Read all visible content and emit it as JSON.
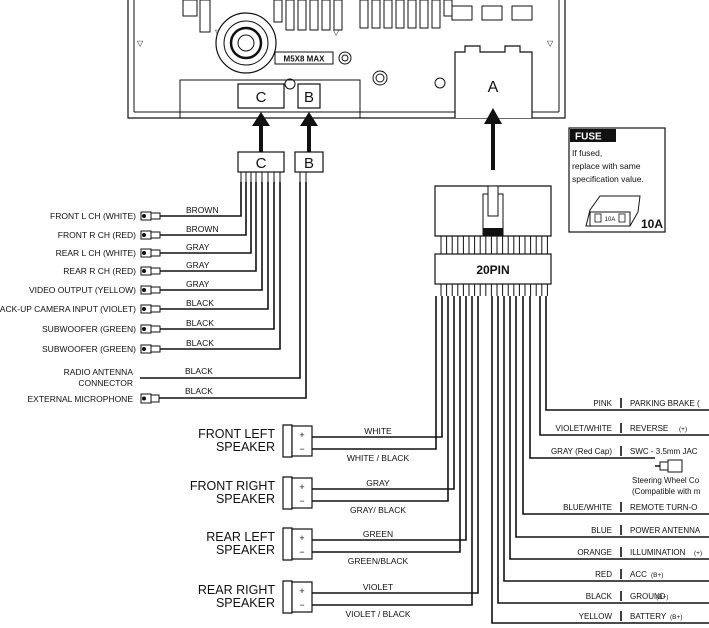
{
  "head_unit": {
    "badge": "M5X8 MAX",
    "conn_a": "A",
    "conn_b": "B",
    "conn_c": "C"
  },
  "plugs": {
    "c": "C",
    "b": "B",
    "pin20": "20PIN"
  },
  "fuse": {
    "title": "FUSE",
    "lines": [
      "If fused,",
      "replace with same",
      "specification value."
    ],
    "small": "10A",
    "big": "10A"
  },
  "rca_inputs": [
    {
      "label": "FRONT L CH (WHITE)",
      "wire": "BROWN"
    },
    {
      "label": "FRONT R CH (RED)",
      "wire": "BROWN"
    },
    {
      "label": "REAR L CH (WHITE)",
      "wire": "GRAY"
    },
    {
      "label": "REAR R CH (RED)",
      "wire": "GRAY"
    },
    {
      "label": "VIDEO OUTPUT (YELLOW)",
      "wire": "GRAY"
    },
    {
      "label": "BACK-UP CAMERA INPUT (VIOLET)",
      "wire": "BLACK"
    },
    {
      "label": "SUBWOOFER (GREEN)",
      "wire": "BLACK"
    },
    {
      "label": "SUBWOOFER (GREEN)",
      "wire": "BLACK"
    }
  ],
  "antenna": {
    "label1": "RADIO ANTENNA",
    "label2": "CONNECTOR",
    "wire": "BLACK"
  },
  "microphone": {
    "label": "EXTERNAL MICROPHONE",
    "wire": "BLACK"
  },
  "speakers": [
    {
      "name1": "FRONT LEFT",
      "name2": "SPEAKER",
      "pos_wire": "WHITE",
      "neg_wire": "WHITE / BLACK"
    },
    {
      "name1": "FRONT RIGHT",
      "name2": "SPEAKER",
      "pos_wire": "GRAY",
      "neg_wire": "GRAY/ BLACK"
    },
    {
      "name1": "REAR LEFT",
      "name2": "SPEAKER",
      "pos_wire": "GREEN",
      "neg_wire": "GREEN/BLACK"
    },
    {
      "name1": "REAR RIGHT",
      "name2": "SPEAKER",
      "pos_wire": "VIOLET",
      "neg_wire": "VIOLET / BLACK"
    }
  ],
  "speaker_terms": {
    "plus": "+",
    "minus": "−"
  },
  "right_wires": [
    {
      "color": "PINK",
      "func": "PARKING BRAKE ("
    },
    {
      "color": "VIOLET/WHITE",
      "func": "REVERSE",
      "suffix": "(+)"
    },
    {
      "color": "GRAY (Red Cap)",
      "func": "SWC - 3.5mm JAC",
      "note1": "Steering Wheel Co",
      "note2": "(Compatible with m"
    },
    {
      "color": "BLUE/WHITE",
      "func": "REMOTE TURN-O"
    },
    {
      "color": "BLUE",
      "func": "POWER ANTENNA"
    },
    {
      "color": "ORANGE",
      "func": "ILLUMINATION",
      "suffix": "(+)"
    },
    {
      "color": "RED",
      "func": "ACC",
      "suffix": "(B+)"
    },
    {
      "color": "BLACK",
      "func": "GROUND",
      "suffix": "(B−)"
    },
    {
      "color": "YELLOW",
      "func": "BATTERY",
      "suffix": "(B+)"
    }
  ]
}
